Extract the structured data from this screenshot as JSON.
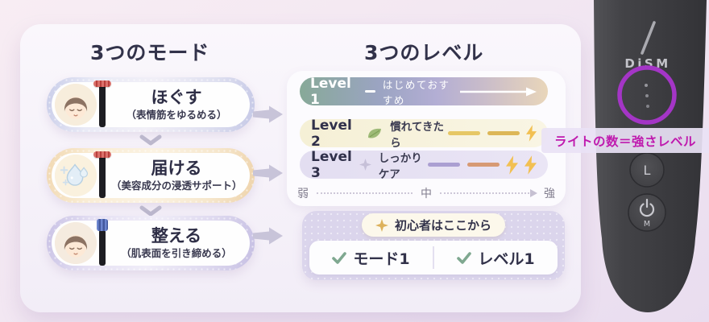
{
  "modes": {
    "title": "3つのモード",
    "items": [
      {
        "name": "ほぐす",
        "desc": "（表情筋をゆるめる）",
        "icon": "face-icon",
        "device_head": "red"
      },
      {
        "name": "届ける",
        "desc": "（美容成分の浸透サポート）",
        "icon": "water-drops-icon",
        "device_head": "red"
      },
      {
        "name": "整える",
        "desc": "（肌表面を引き締める）",
        "icon": "face-icon",
        "device_head": "blue"
      }
    ]
  },
  "levels": {
    "title": "3つのレベル",
    "items": [
      {
        "label": "Level 1",
        "note": "はじめておすすめ",
        "bolts": 0
      },
      {
        "label": "Level 2",
        "note": "慣れてきたら",
        "bolts": 1,
        "icon": "leaf-icon"
      },
      {
        "label": "Level 3",
        "note": "しっかりケア",
        "bolts": 2,
        "icon": "sparkle-icon"
      }
    ],
    "scale": {
      "weak": "弱",
      "mid": "中",
      "strong": "強"
    }
  },
  "beginner": {
    "badge": "初心者はここから",
    "mode": "モード1",
    "level": "レベル1"
  },
  "device": {
    "brand": "DiSM",
    "button_top": "L",
    "button_bottom": "M",
    "led_count": 3,
    "annotation": "ライトの数＝強さレベル"
  },
  "colors": {
    "annotation_text": "#bf19ae",
    "ring": "#a435c6",
    "bolt": "#f2c052",
    "check": "#7fa890",
    "level1_gradient": [
      "#87a998",
      "#b3aed4",
      "#e9d6ba"
    ]
  }
}
